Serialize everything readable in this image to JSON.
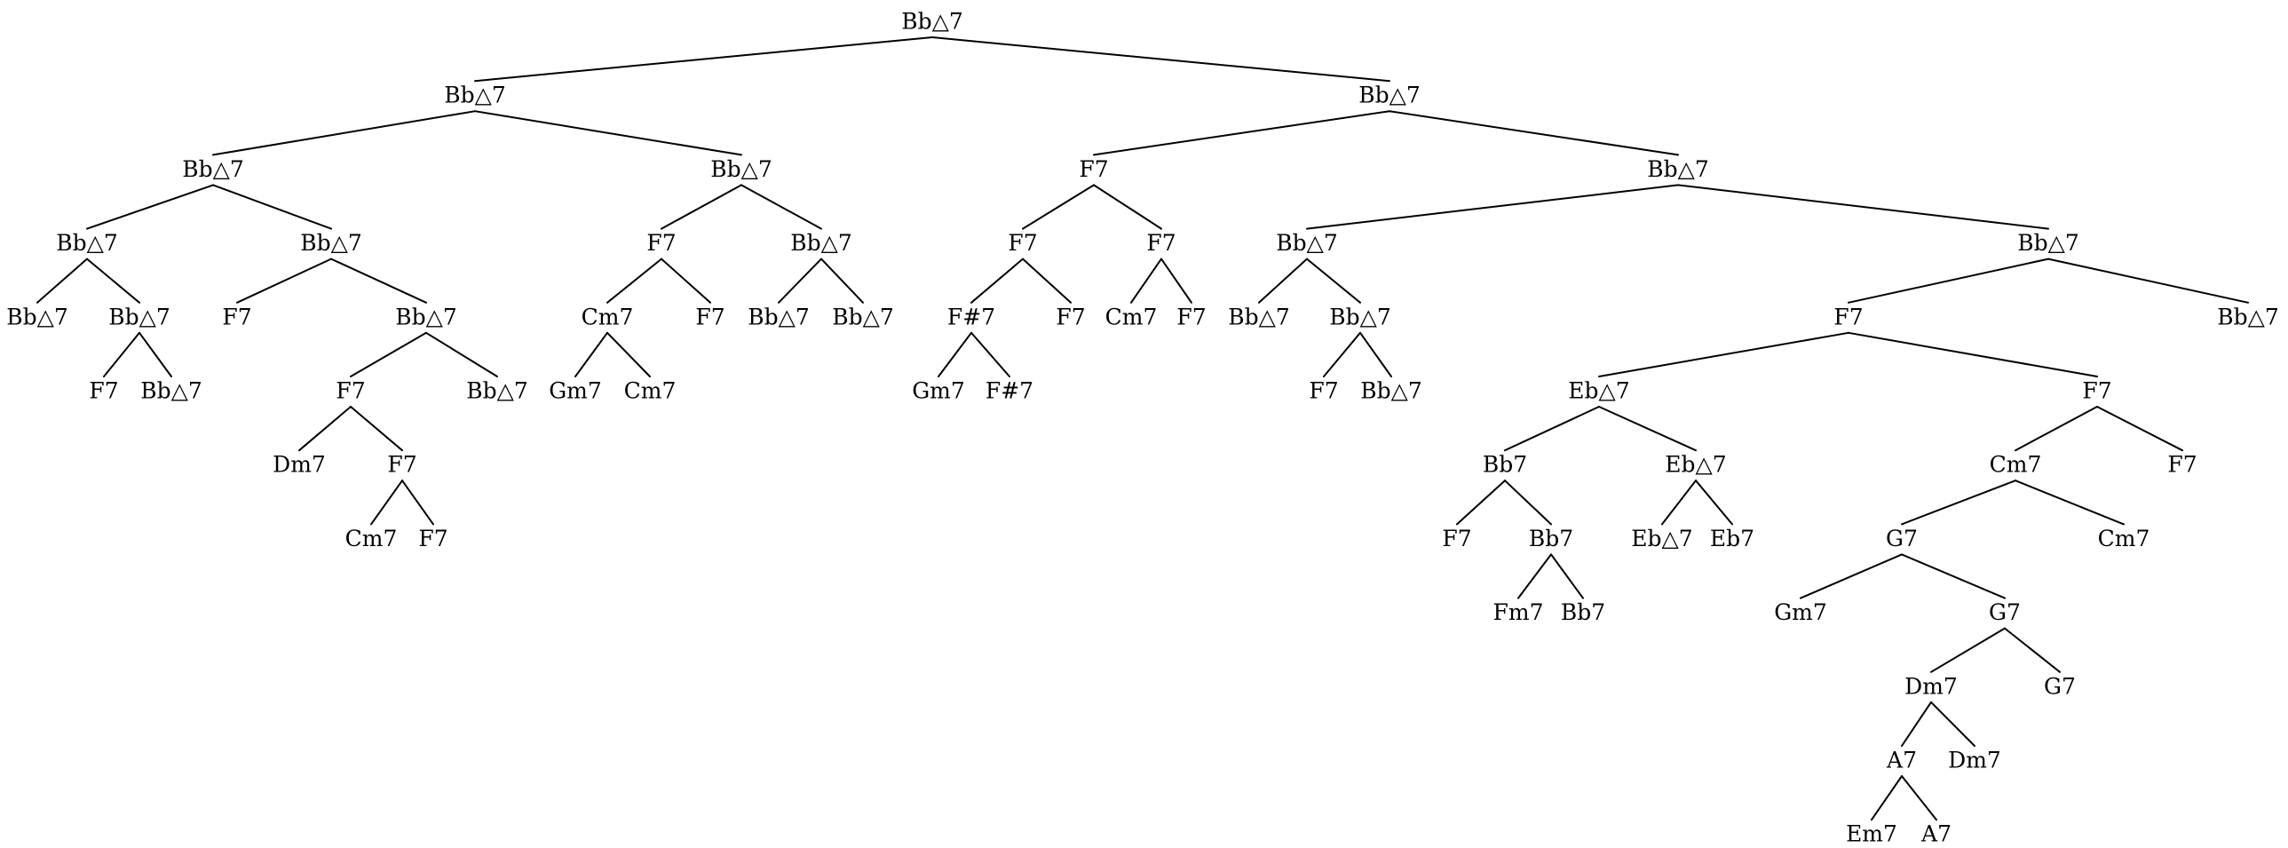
{
  "tree": {
    "label": "Bb△7",
    "children": [
      {
        "label": "Bb△7",
        "children": [
          {
            "label": "Bb△7",
            "children": [
              {
                "label": "Bb△7",
                "children": [
                  {
                    "label": "Bb△7"
                  },
                  {
                    "label": "Bb△7",
                    "children": [
                      {
                        "label": "F7"
                      },
                      {
                        "label": "Bb△7"
                      }
                    ]
                  }
                ]
              },
              {
                "label": "Bb△7",
                "children": [
                  {
                    "label": "F7"
                  },
                  {
                    "label": "Bb△7",
                    "children": [
                      {
                        "label": "F7",
                        "children": [
                          {
                            "label": "Dm7"
                          },
                          {
                            "label": "F7",
                            "children": [
                              {
                                "label": "Cm7"
                              },
                              {
                                "label": "F7"
                              }
                            ]
                          }
                        ]
                      },
                      {
                        "label": "Bb△7"
                      }
                    ]
                  }
                ]
              }
            ]
          },
          {
            "label": "Bb△7",
            "children": [
              {
                "label": "F7",
                "children": [
                  {
                    "label": "Cm7",
                    "children": [
                      {
                        "label": "Gm7"
                      },
                      {
                        "label": "Cm7"
                      }
                    ]
                  },
                  {
                    "label": "F7"
                  }
                ]
              },
              {
                "label": "Bb△7",
                "children": [
                  {
                    "label": "Bb△7"
                  },
                  {
                    "label": "Bb△7"
                  }
                ]
              }
            ]
          }
        ]
      },
      {
        "label": "Bb△7",
        "children": [
          {
            "label": "F7",
            "children": [
              {
                "label": "F7",
                "children": [
                  {
                    "label": "F#7",
                    "children": [
                      {
                        "label": "Gm7"
                      },
                      {
                        "label": "F#7"
                      }
                    ]
                  },
                  {
                    "label": "F7"
                  }
                ]
              },
              {
                "label": "F7",
                "children": [
                  {
                    "label": "Cm7"
                  },
                  {
                    "label": "F7"
                  }
                ]
              }
            ]
          },
          {
            "label": "Bb△7",
            "children": [
              {
                "label": "Bb△7",
                "children": [
                  {
                    "label": "Bb△7"
                  },
                  {
                    "label": "Bb△7",
                    "children": [
                      {
                        "label": "F7"
                      },
                      {
                        "label": "Bb△7"
                      }
                    ]
                  }
                ]
              },
              {
                "label": "Bb△7",
                "children": [
                  {
                    "label": "F7",
                    "children": [
                      {
                        "label": "Eb△7",
                        "children": [
                          {
                            "label": "Bb7",
                            "children": [
                              {
                                "label": "F7"
                              },
                              {
                                "label": "Bb7",
                                "children": [
                                  {
                                    "label": "Fm7"
                                  },
                                  {
                                    "label": "Bb7"
                                  }
                                ]
                              }
                            ]
                          },
                          {
                            "label": "Eb△7",
                            "children": [
                              {
                                "label": "Eb△7"
                              },
                              {
                                "label": "Eb7"
                              }
                            ]
                          }
                        ]
                      },
                      {
                        "label": "F7",
                        "children": [
                          {
                            "label": "Cm7",
                            "children": [
                              {
                                "label": "G7",
                                "children": [
                                  {
                                    "label": "Gm7"
                                  },
                                  {
                                    "label": "G7",
                                    "children": [
                                      {
                                        "label": "Dm7",
                                        "children": [
                                          {
                                            "label": "A7",
                                            "children": [
                                              {
                                                "label": "Em7"
                                              },
                                              {
                                                "label": "A7"
                                              }
                                            ]
                                          },
                                          {
                                            "label": "Dm7"
                                          }
                                        ]
                                      },
                                      {
                                        "label": "G7"
                                      }
                                    ]
                                  }
                                ]
                              },
                              {
                                "label": "Cm7"
                              }
                            ]
                          },
                          {
                            "label": "F7"
                          }
                        ]
                      }
                    ]
                  },
                  {
                    "label": "Bb△7"
                  }
                ]
              }
            ]
          }
        ]
      }
    ]
  }
}
